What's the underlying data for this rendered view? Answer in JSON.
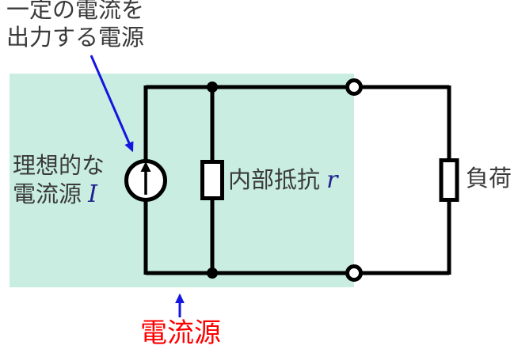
{
  "diagram_title": "current-source-equivalent-circuit",
  "colors": {
    "background": "#ffffff",
    "highlight_box": "#c9eee1",
    "wire": "#000000",
    "annotation_blue": "#1515e0",
    "label_text": "#3a3a3a",
    "variable_text": "#202090",
    "source_label_red": "#ff0000"
  },
  "labels": {
    "top_annotation": {
      "line1": "一定の電流を",
      "line2": "出力する電源"
    },
    "ideal_source": {
      "line1": "理想的な",
      "line2_text": "電流源 ",
      "line2_var": "I"
    },
    "internal_resistance": {
      "text": "内部抵抗 ",
      "var": "r"
    },
    "load": {
      "text": "負荷"
    },
    "current_source": {
      "text": "電流源"
    }
  },
  "symbols": {
    "current_source": "circle-with-up-arrow",
    "internal_resistor": "white-rectangle-box",
    "load_resistor": "white-rectangle-box",
    "terminals": "open-circles",
    "junctions": "filled-dots",
    "annotations": "blue-arrows"
  }
}
